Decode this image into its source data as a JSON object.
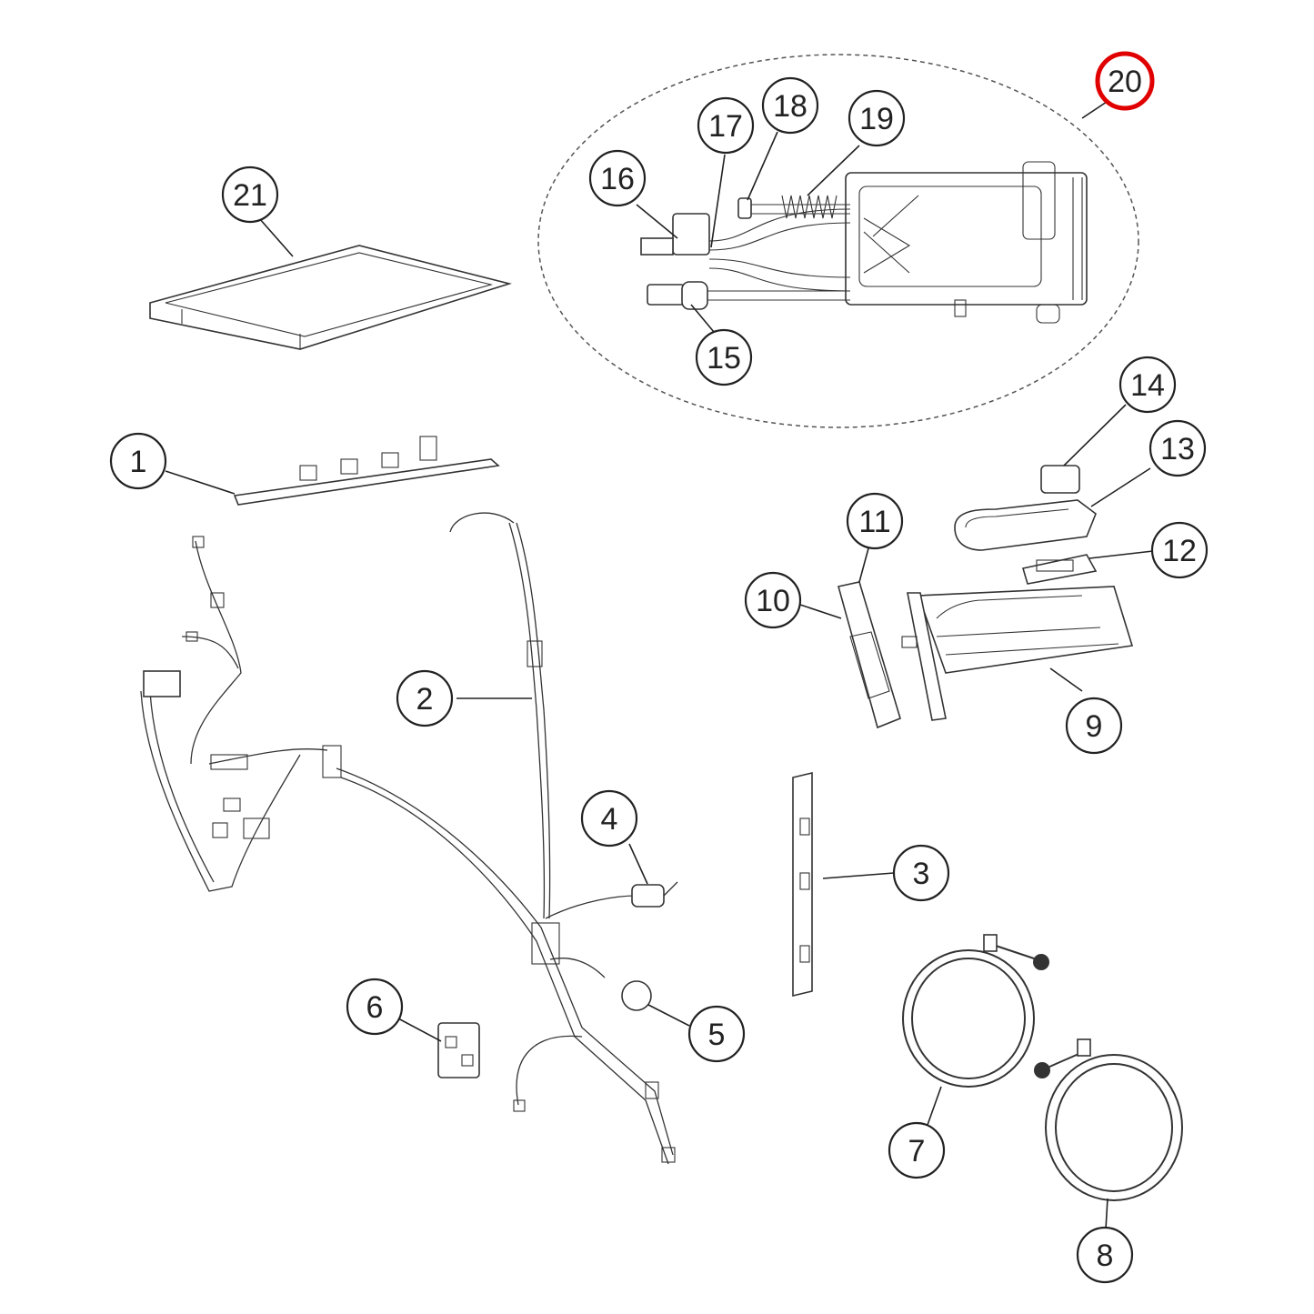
{
  "callouts": [
    {
      "id": "1",
      "label": "1"
    },
    {
      "id": "2",
      "label": "2"
    },
    {
      "id": "3",
      "label": "3"
    },
    {
      "id": "4",
      "label": "4"
    },
    {
      "id": "5",
      "label": "5"
    },
    {
      "id": "6",
      "label": "6"
    },
    {
      "id": "7",
      "label": "7"
    },
    {
      "id": "8",
      "label": "8"
    },
    {
      "id": "9",
      "label": "9"
    },
    {
      "id": "10",
      "label": "10"
    },
    {
      "id": "11",
      "label": "11"
    },
    {
      "id": "12",
      "label": "12"
    },
    {
      "id": "13",
      "label": "13"
    },
    {
      "id": "14",
      "label": "14"
    },
    {
      "id": "15",
      "label": "15"
    },
    {
      "id": "16",
      "label": "16"
    },
    {
      "id": "17",
      "label": "17"
    },
    {
      "id": "18",
      "label": "18"
    },
    {
      "id": "19",
      "label": "19"
    },
    {
      "id": "20",
      "label": "20"
    },
    {
      "id": "21",
      "label": "21"
    }
  ],
  "highlight": {
    "callout": "20",
    "color": "#e00000"
  }
}
